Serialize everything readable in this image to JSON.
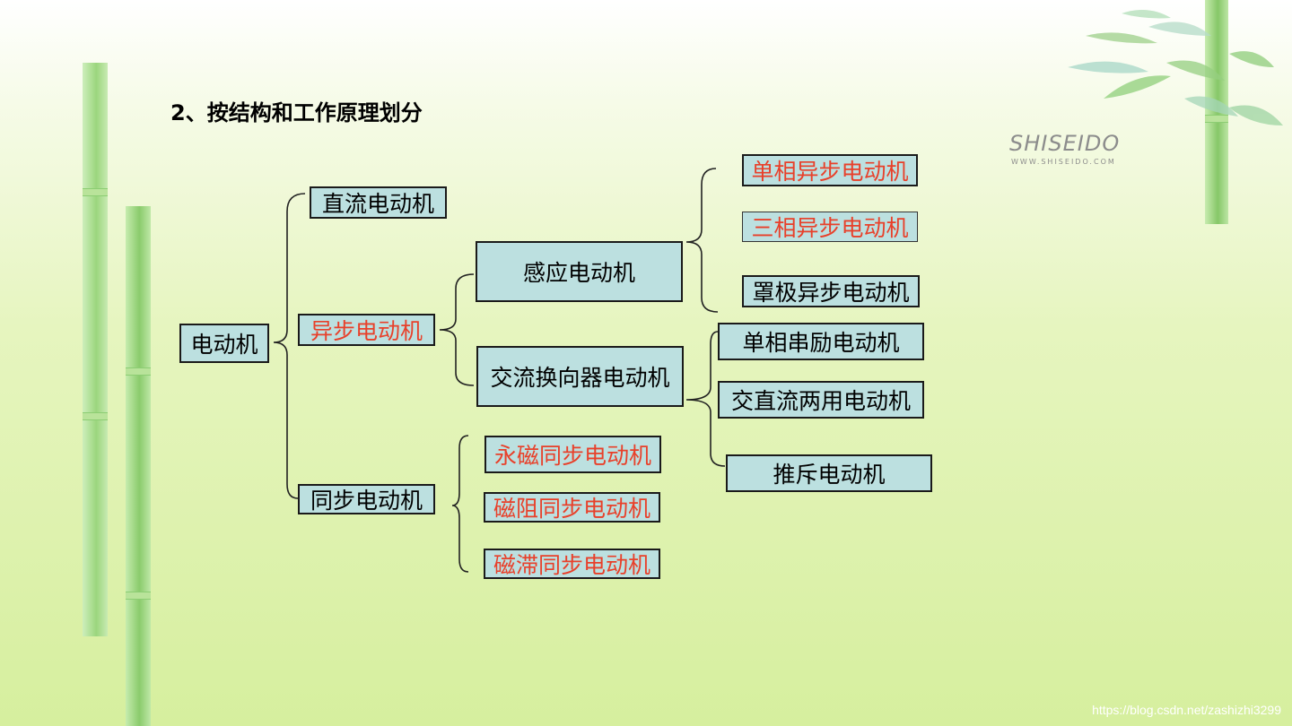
{
  "slide": {
    "title": "2、按结构和工作原理划分",
    "logo": {
      "name": "SHISEIDO",
      "url": "WWW.SHISEIDO.COM"
    },
    "watermark": "https://blog.csdn.net/zashizhi3299"
  },
  "tree": {
    "root": "电动机",
    "dc": "直流电动机",
    "async": "异步电动机",
    "sync": "同步电动机",
    "induction": "感应电动机",
    "ac_commutator": "交流换向器电动机",
    "single_phase_async": "单相异步电动机",
    "three_phase_async": "三相异步电动机",
    "shaded_pole_async": "罩极异步电动机",
    "single_phase_series": "单相串励电动机",
    "universal": "交直流两用电动机",
    "repulsion": "推斥电动机",
    "pm_sync": "永磁同步电动机",
    "reluctance_sync": "磁阻同步电动机",
    "hysteresis_sync": "磁滞同步电动机"
  },
  "colors": {
    "node_fill": "#bce0e0",
    "highlight_text": "#e8402a",
    "bamboo": "#8fd070"
  }
}
